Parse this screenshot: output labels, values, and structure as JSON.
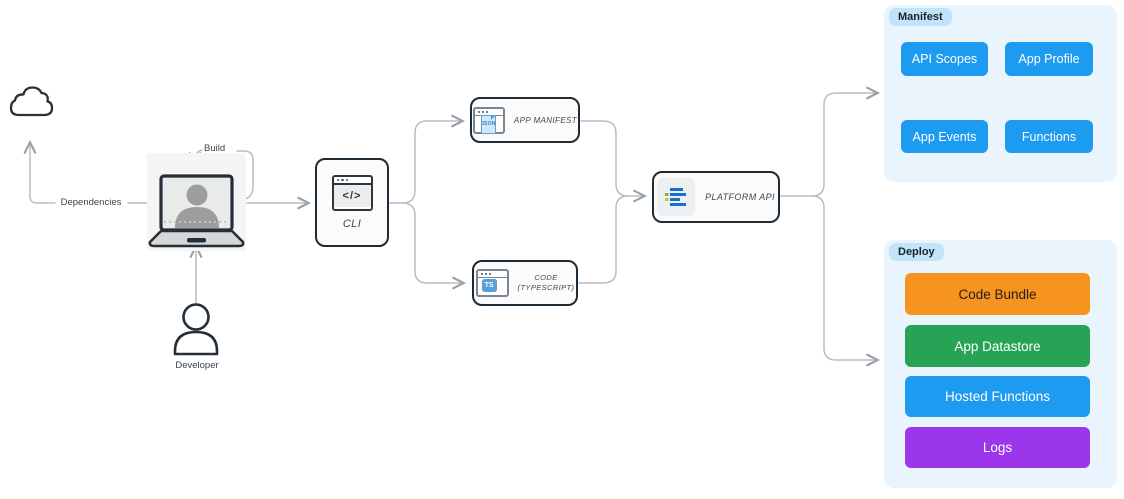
{
  "labels": {
    "dependencies": "Dependencies",
    "build": "Build",
    "developer": "Developer"
  },
  "nodes": {
    "cli": {
      "label": "CLI",
      "icon_glyph": "</>"
    },
    "app_manifest": {
      "label": "APP MANIFEST",
      "file_text": "JSON"
    },
    "code": {
      "label_line1": "CODE",
      "label_line2": "(TYPESCRIPT)",
      "chip_text": "TS"
    },
    "platform_api": {
      "label": "PLATFORM API"
    }
  },
  "manifest_panel": {
    "badge": "Manifest",
    "buttons": [
      {
        "label": "API Scopes",
        "color": "#1d9bf0",
        "text_color": "#ffffff"
      },
      {
        "label": "App Profile",
        "color": "#1d9bf0",
        "text_color": "#ffffff"
      },
      {
        "label": "App Events",
        "color": "#1d9bf0",
        "text_color": "#ffffff"
      },
      {
        "label": "Functions",
        "color": "#1d9bf0",
        "text_color": "#ffffff"
      }
    ]
  },
  "deploy_panel": {
    "badge": "Deploy",
    "buttons": [
      {
        "label": "Code Bundle",
        "color": "#f7941f",
        "text_color": "#1f1f1f"
      },
      {
        "label": "App Datastore",
        "color": "#28a356",
        "text_color": "#ffffff"
      },
      {
        "label": "Hosted Functions",
        "color": "#1d9bf0",
        "text_color": "#ffffff"
      },
      {
        "label": "Logs",
        "color": "#9c36ea",
        "text_color": "#ffffff"
      }
    ]
  },
  "colors": {
    "panel_bg": "#e9f4fd",
    "badge_bg": "#c3e3f9",
    "button_blue": "#1d9bf0",
    "button_orange": "#f7941f",
    "button_green": "#28a356",
    "button_purple": "#9c36ea",
    "connector_line": "#b8bec4",
    "box_border": "#1d2b36"
  }
}
